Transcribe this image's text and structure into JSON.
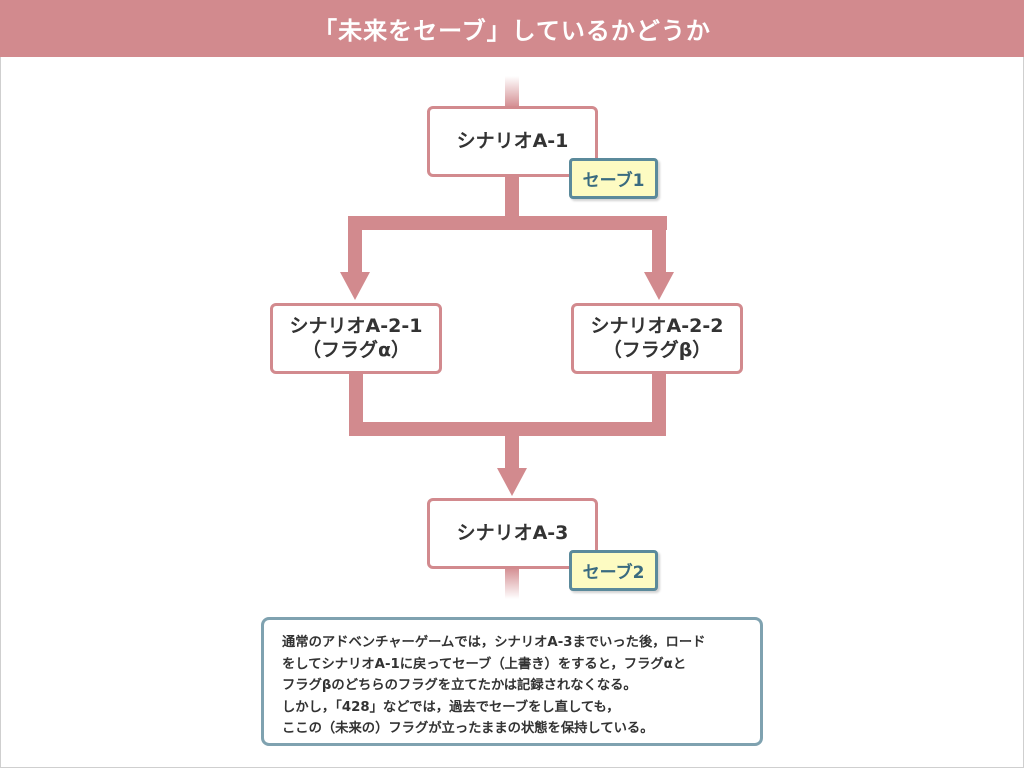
{
  "title": "「未来をセーブ」しているかどうか",
  "nodes": {
    "a1": {
      "lines": [
        "シナリオA-1"
      ]
    },
    "a21": {
      "lines": [
        "シナリオA-2-1",
        "（フラグα）"
      ]
    },
    "a22": {
      "lines": [
        "シナリオA-2-2",
        "（フラグβ）"
      ]
    },
    "a3": {
      "lines": [
        "シナリオA-3"
      ]
    }
  },
  "badges": {
    "save1": "セーブ1",
    "save2": "セーブ2"
  },
  "note": {
    "lines": [
      "通常のアドベンチャーゲームでは，シナリオA-3までいった後，ロード",
      "をしてシナリオA-1に戻ってセーブ（上書き）をすると，フラグαと",
      "フラグβのどちらのフラグを立てたかは記録されなくなる。",
      "しかし，「428」などでは，過去でセーブをし直しても，",
      "ここの（未来の）フラグが立ったままの状態を保持している。"
    ]
  },
  "colors": {
    "header_bg": "#d28a8e",
    "connector": "#d28a8e",
    "node_border": "#d28a8e",
    "badge_bg": "#fdfbc2",
    "badge_border": "#5b8a9b",
    "note_border": "#7fa2b0"
  }
}
